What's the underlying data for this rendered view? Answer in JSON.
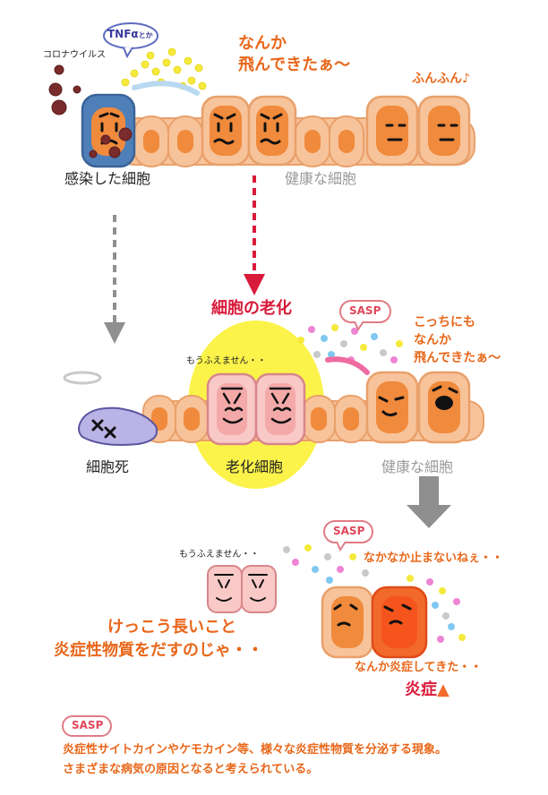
{
  "top": {
    "virus_label": "コロナウイルス",
    "tnf_label": "TNFα",
    "tnf_suffix": "とか",
    "flying_text_1": "なんか",
    "flying_text_2": "飛んできたぁ～",
    "humming_text": "ふんふん♪",
    "infected_label": "感染した細胞",
    "healthy_label": "健康な細胞"
  },
  "middle": {
    "aging_label": "細胞の老化",
    "sasp_label": "SASP",
    "flying_text_1": "こっちにも",
    "flying_text_2": "なんか",
    "flying_text_3": "飛んできたぁ～",
    "tired_text": "もうふえません・・",
    "death_label": "細胞死",
    "senescent_label": "老化細胞",
    "healthy_label": "健康な細胞"
  },
  "bottom": {
    "tired_text": "もうふえません・・",
    "sasp_label": "SASP",
    "not_stopping_text": "なかなか止まないねぇ・・",
    "long_time_1": "けっこう長いこと",
    "long_time_2": "炎症性物質をだすのじゃ・・",
    "inflamed_text": "なんか炎症してきた・・",
    "inflammation_label": "炎症"
  },
  "note": {
    "sasp_label": "SASP",
    "line1": "炎症性サイトカインやケモカイン等、様々な炎症性物質を分泌する現象。",
    "line2": "さまざまな病気の原因となると考えられている。"
  },
  "colors": {
    "cell_fill": "#f7c39a",
    "cell_stroke": "#e9a06a",
    "nucleus": "#f08a3c",
    "infected_fill": "#4f7fb8",
    "senescent_fill": "#f8c9c6",
    "senescent_stroke": "#d9868a",
    "inflamed_fill": "#f26a2a",
    "dead_fill": "#b9b3e6",
    "highlight": "#fbf34a",
    "arrow_red": "#d81b3a",
    "arrow_gray": "#8f8f8f",
    "orange_text": "#e8671a"
  }
}
